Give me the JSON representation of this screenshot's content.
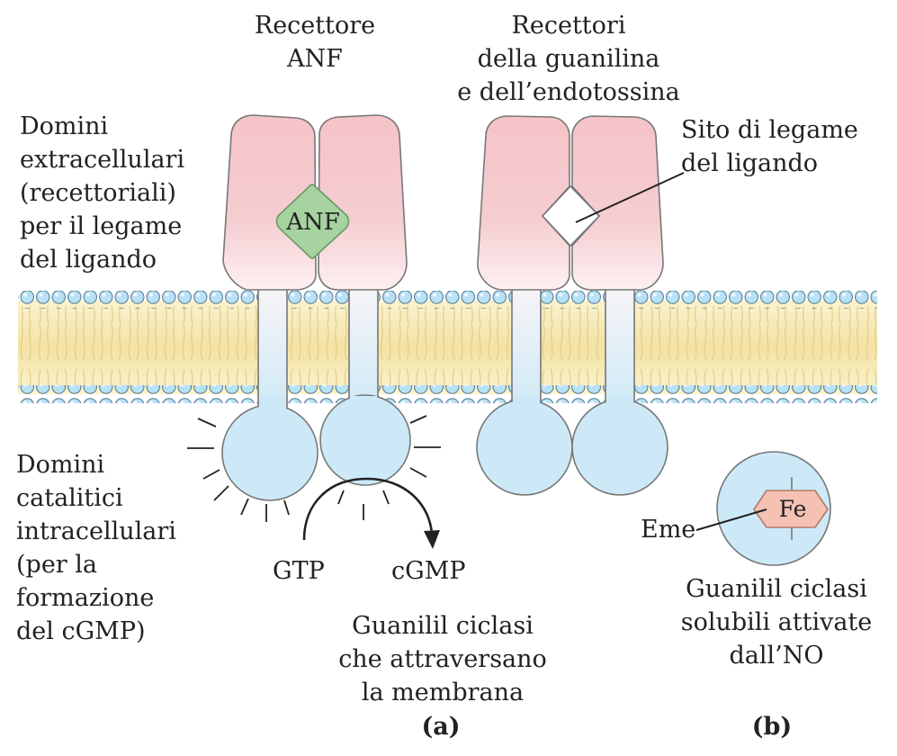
{
  "labels": {
    "anf_receptor": [
      "Recettore",
      "ANF"
    ],
    "guanylin_receptors": [
      "Recettori",
      "della guanilina",
      "e dell’endotossina"
    ],
    "extracellular_domains": [
      "Domini",
      "extracellulari",
      "(recettoriali)",
      "per il legame",
      "del ligando"
    ],
    "binding_site": [
      "Sito di legame",
      "del ligando"
    ],
    "catalytic_domains": [
      "Domini",
      "catalitici",
      "intracellulari",
      "(per la",
      "formazione",
      "del cGMP)"
    ],
    "gtp": "GTP",
    "cgmp": "cGMP",
    "anf_ligand": "ANF",
    "membrane_cyclases": [
      "Guanilil ciclasi",
      "che attraversano",
      "la membrana"
    ],
    "heme": "Eme",
    "iron": "Fe",
    "soluble_cyclases": [
      "Guanilil ciclasi",
      "solubili attivate",
      "dall’NO"
    ],
    "panel_a": "(a)",
    "panel_b": "(b)"
  },
  "colors": {
    "extracellular_pink": "#f5c8cc",
    "intracellular_blue": "#cde9f7",
    "ligand_green": "#9fcf9a",
    "heme_pink": "#f4c1b3",
    "membrane_yellow": "#f7e9b4",
    "lipid_head_blue": "#b9e1f5"
  }
}
